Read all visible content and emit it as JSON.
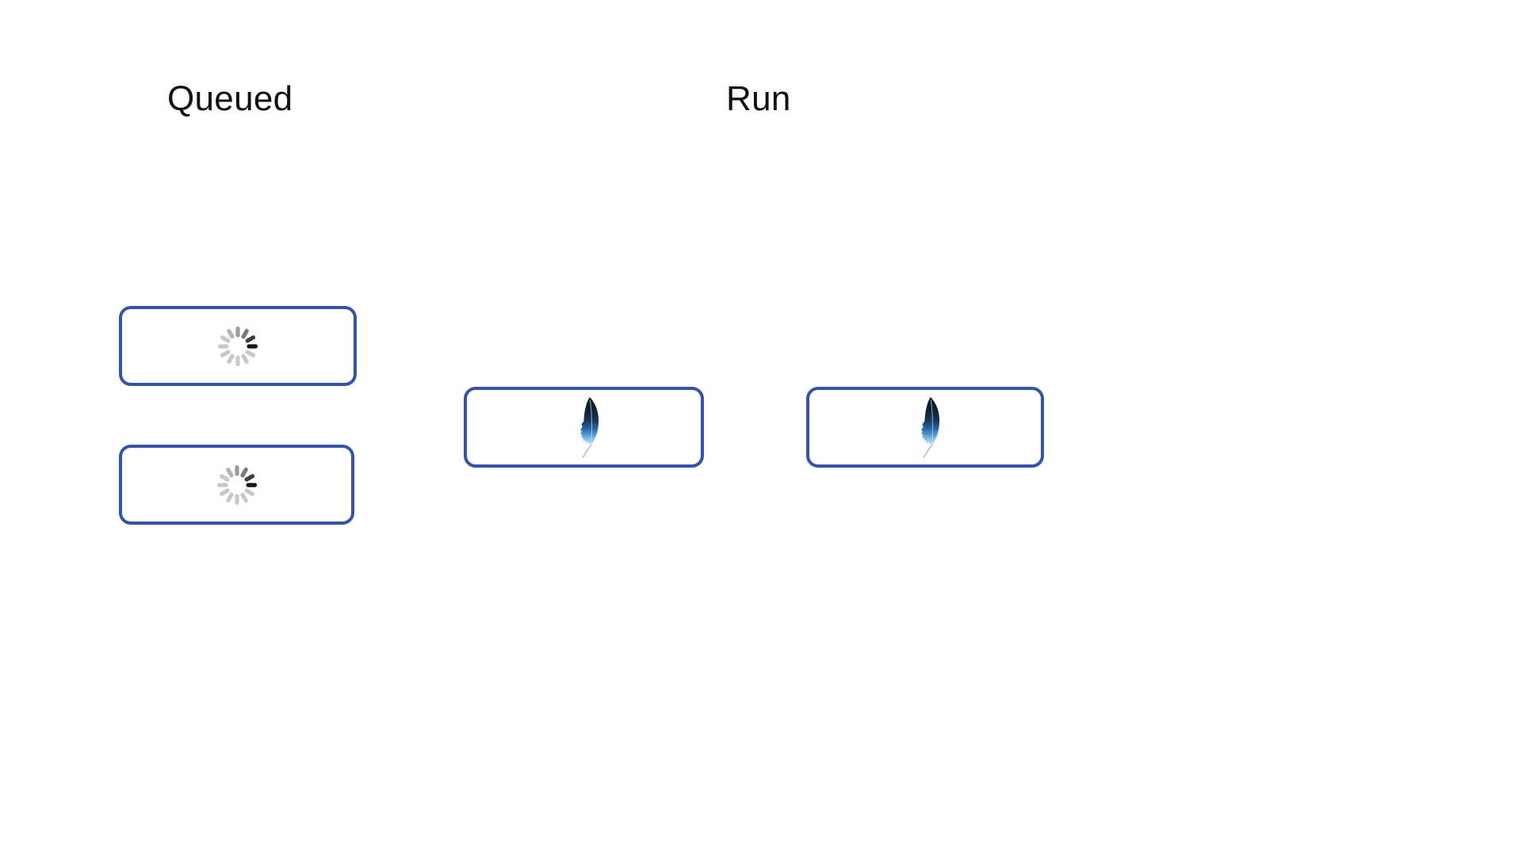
{
  "page": {
    "background_color": "#ffffff"
  },
  "sections": {
    "queued": {
      "label": "Queued",
      "cards": [
        {
          "name": "queued-card-1",
          "icon": "spinner-icon",
          "state": "loading"
        },
        {
          "name": "queued-card-2",
          "icon": "spinner-icon",
          "state": "loading"
        }
      ]
    },
    "run": {
      "label": "Run",
      "cards": [
        {
          "name": "run-card-1",
          "icon": "feather-icon"
        },
        {
          "name": "run-card-2",
          "icon": "feather-icon"
        }
      ]
    }
  },
  "colors": {
    "heading_text": "#111111",
    "card_border": "#3454a8",
    "spinner_segments_clockwise_from_12": [
      "#9d9d9d",
      "#7a7a7a",
      "#3d3d3d",
      "#141414",
      "#c8c8c8",
      "#c8c8c8",
      "#c8c8c8",
      "#c8c8c8",
      "#c8c8c8",
      "#c8c8c8",
      "#c8c8c8",
      "#b4b4b4"
    ],
    "feather_gradient_top_to_bottom": [
      "#0a141f",
      "#0f2335",
      "#17395c",
      "#2a649c",
      "#4e97d0",
      "#85c2ea",
      "#c2e2f6"
    ],
    "feather_shaft": "#b9d8ec",
    "feather_stem": "#9fc4de"
  }
}
